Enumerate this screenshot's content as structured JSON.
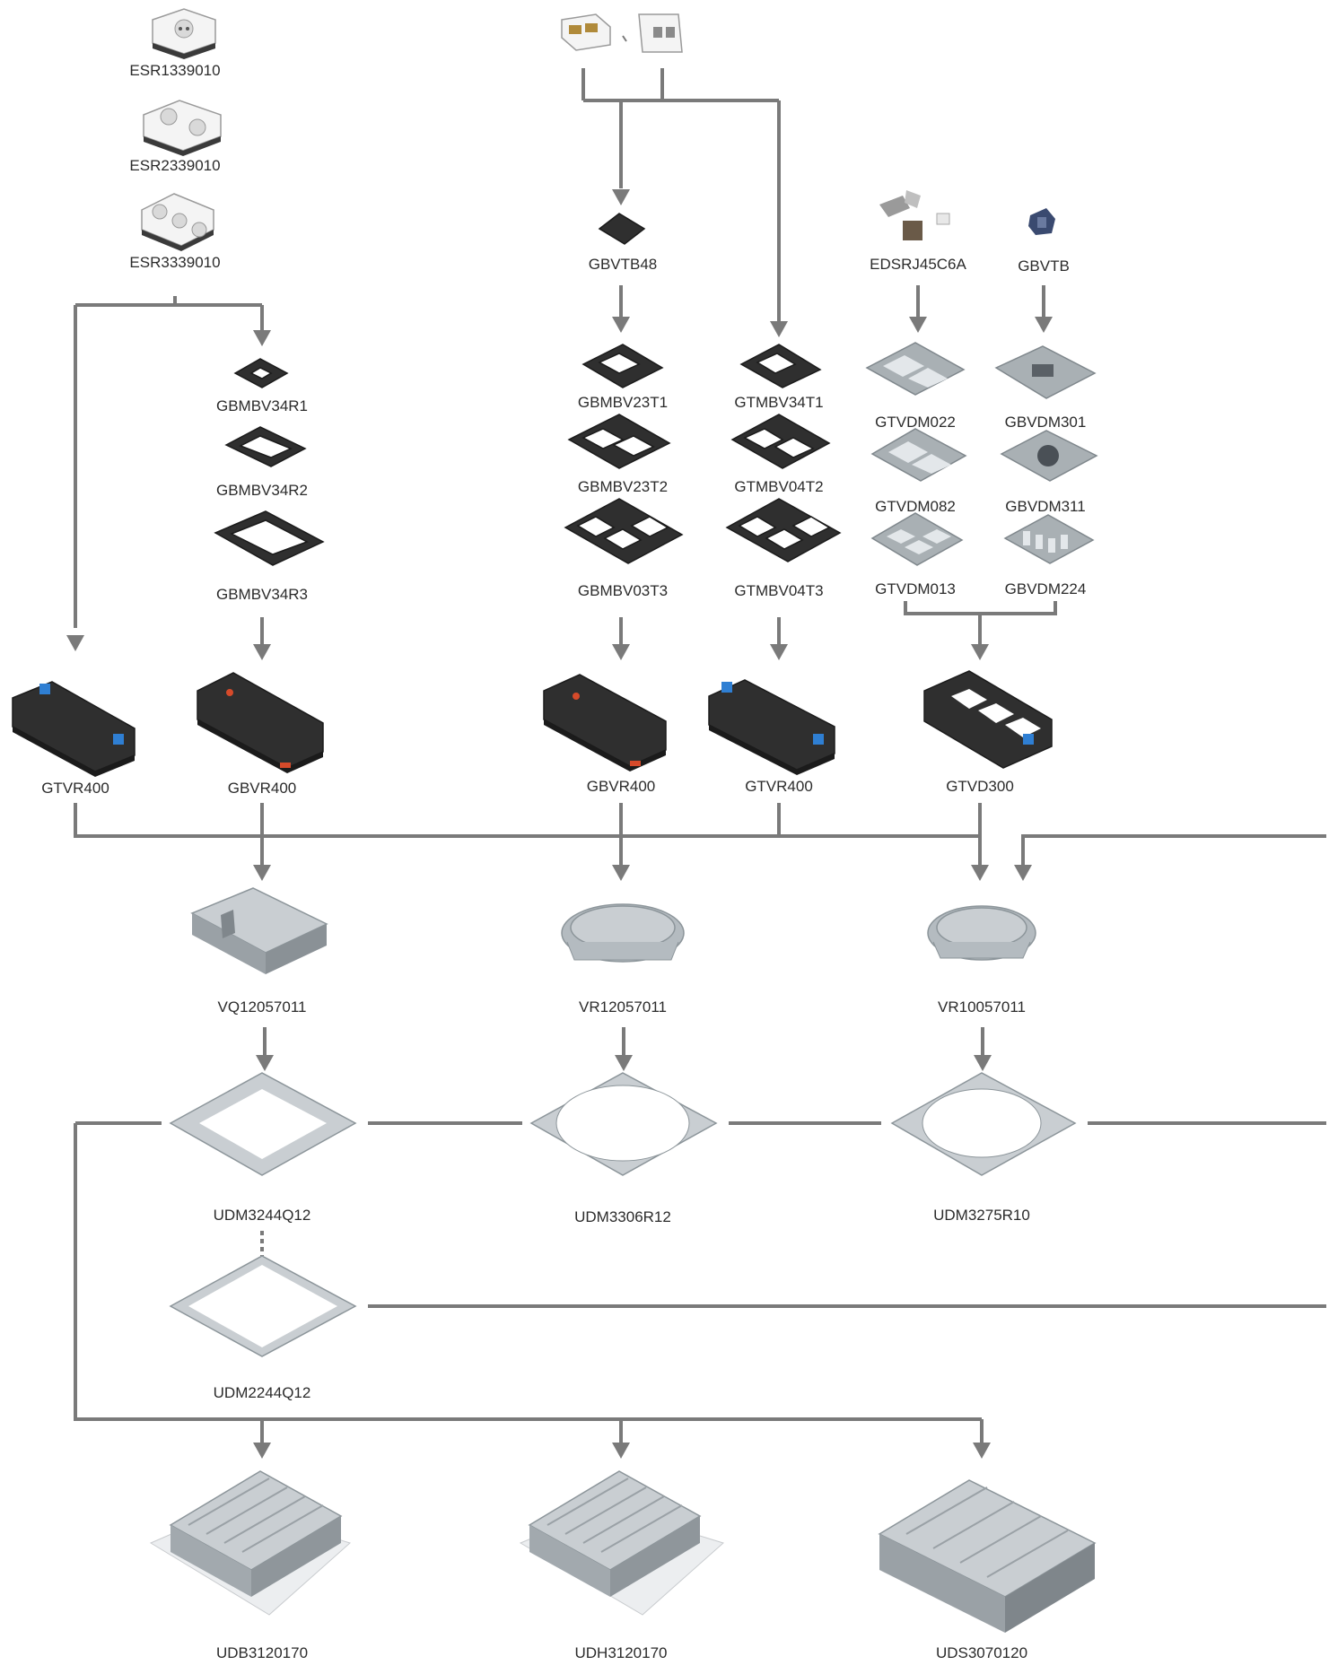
{
  "labels": {
    "esr1": "ESR1339010",
    "esr2": "ESR2339010",
    "esr3": "ESR3339010",
    "gbvtb48": "GBVTB48",
    "edsrj": "EDSRJ45C6A",
    "gbvtb": "GBVTB",
    "gbmbv34r1": "GBMBV34R1",
    "gbmbv34r2": "GBMBV34R2",
    "gbmbv34r3": "GBMBV34R3",
    "gbmbv23t1": "GBMBV23T1",
    "gbmbv23t2": "GBMBV23T2",
    "gbmbv03t3": "GBMBV03T3",
    "gtmbv34t1": "GTMBV34T1",
    "gtmbv04t2": "GTMBV04T2",
    "gtmbv04t3": "GTMBV04T3",
    "gtvdm022": "GTVDM022",
    "gtvdm082": "GTVDM082",
    "gtvdm013": "GTVDM013",
    "gbvdm301": "GBVDM301",
    "gbvdm311": "GBVDM311",
    "gbvdm224": "GBVDM224",
    "gtvr400_a": "GTVR400",
    "gbvr400_a": "GBVR400",
    "gbvr400_b": "GBVR400",
    "gtvr400_b": "GTVR400",
    "gtvd300": "GTVD300",
    "vq12057011": "VQ12057011",
    "vr12057011": "VR12057011",
    "vr10057011": "VR10057011",
    "udm3244q12": "UDM3244Q12",
    "udm3306r12": "UDM3306R12",
    "udm3275r10": "UDM3275R10",
    "udm2244q12": "UDM2244Q12",
    "udb3120170": "UDB3120170",
    "udh3120170": "UDH3120170",
    "uds3070120": "UDS3070120"
  },
  "colors": {
    "connector": "#7a7a7a",
    "dark_part": "#2f2f2f",
    "gray_plate": "#a9b0b4",
    "metal": "#c9ced2",
    "accent_blue": "#2f7fd3",
    "accent_red": "#d64a2a"
  }
}
